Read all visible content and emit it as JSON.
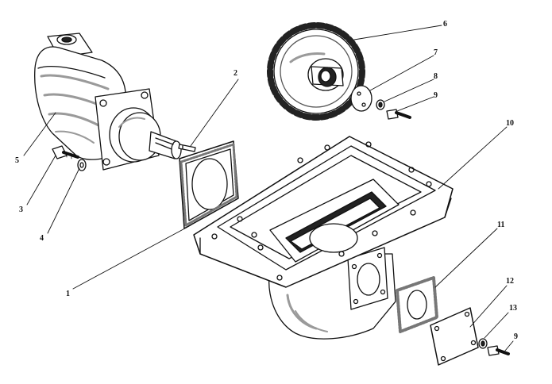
{
  "diagram": {
    "labels": {
      "l1": "1",
      "l2": "2",
      "l3": "3",
      "l4": "4",
      "l5": "5",
      "l6": "6",
      "l7": "7",
      "l8": "8",
      "l9a": "9",
      "l10": "10",
      "l11": "11",
      "l12": "12",
      "l13": "13",
      "l9b": "9"
    },
    "colors": {
      "ink": "#111111",
      "paper": "#ffffff",
      "shade": "#9a9a9a"
    }
  }
}
